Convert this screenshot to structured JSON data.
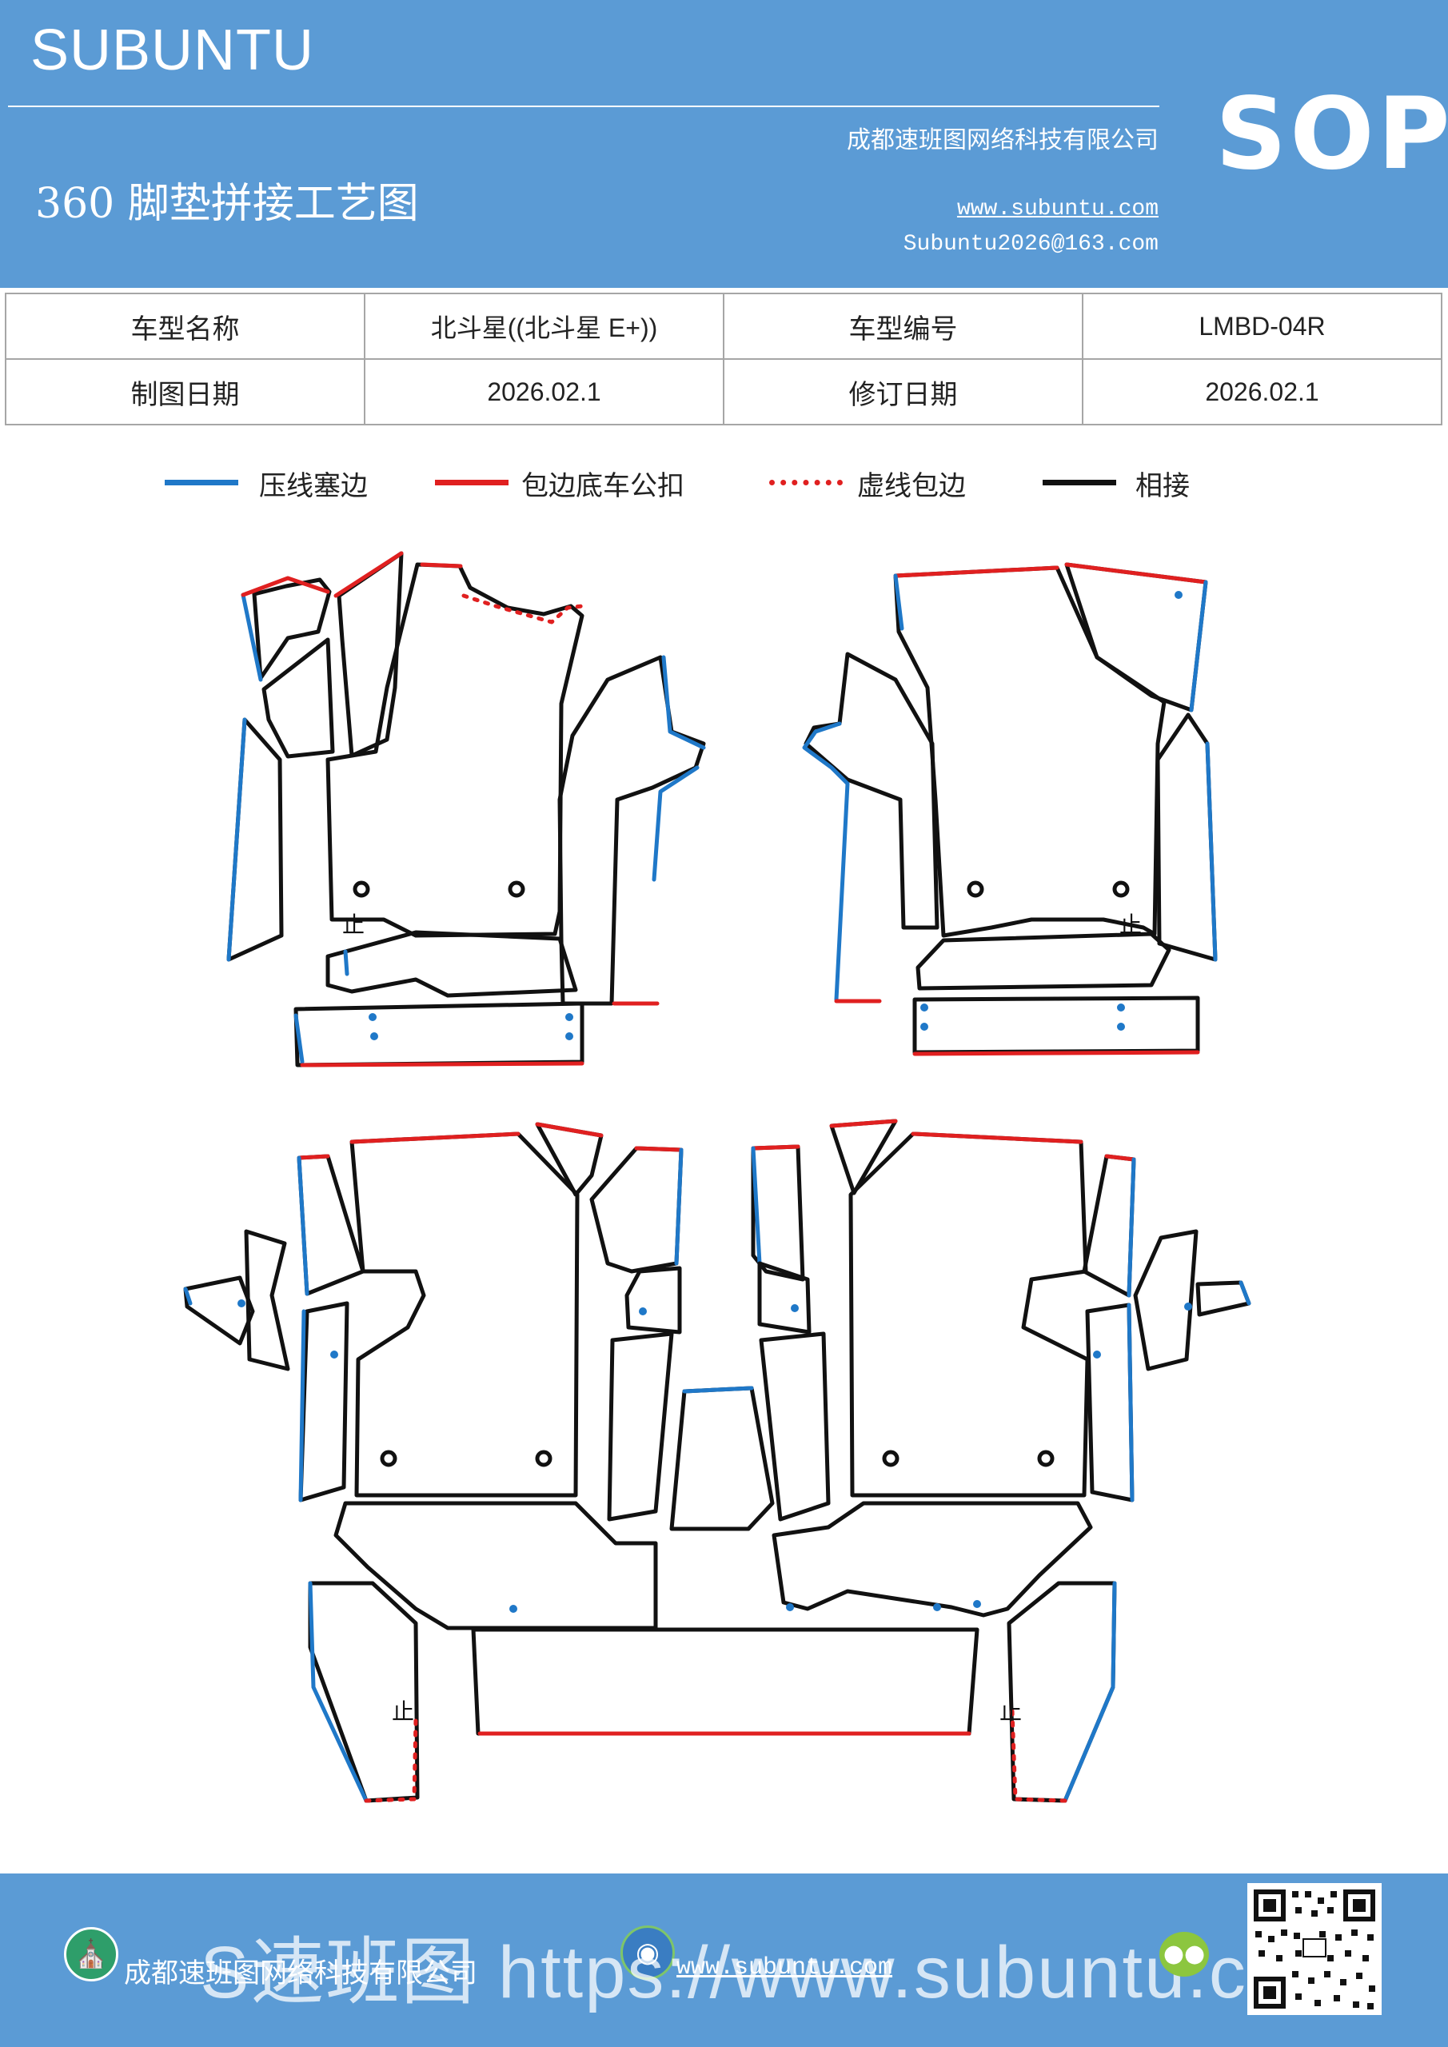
{
  "header": {
    "brand": "SUBUNTU",
    "badge": "SOP",
    "title": "360 脚垫拼接工艺图",
    "company": "成都速班图网络科技有限公司",
    "website": "www.subuntu.com",
    "email": "Subuntu2026@163.com"
  },
  "info_table": {
    "model_name_label": "车型名称",
    "model_name_value": "北斗星((北斗星 E+))",
    "model_code_label": "车型编号",
    "model_code_value": "LMBD-04R",
    "drawing_date_label": "制图日期",
    "drawing_date_value": "2026.02.1",
    "revision_date_label": "修订日期",
    "revision_date_value": "2026.02.1"
  },
  "legend": [
    {
      "label": "压线塞边",
      "color": "#1f78c8",
      "style": "solid"
    },
    {
      "label": "包边底车公扣",
      "color": "#e02020",
      "style": "solid"
    },
    {
      "label": "虚线包边",
      "color": "#e02020",
      "style": "dotted"
    },
    {
      "label": "相接",
      "color": "#111111",
      "style": "solid"
    }
  ],
  "diagram": {
    "marks": [
      "止",
      "止",
      "止",
      "止"
    ]
  },
  "footer": {
    "company": "成都速班图网络科技有限公司",
    "website": "www.subuntu.com",
    "watermark": "S速班图 https://www.subuntu.com"
  },
  "colors": {
    "header_bg": "#5b9bd5",
    "blue_edge": "#1f78c8",
    "red_edge": "#e02020",
    "black_edge": "#111111"
  }
}
